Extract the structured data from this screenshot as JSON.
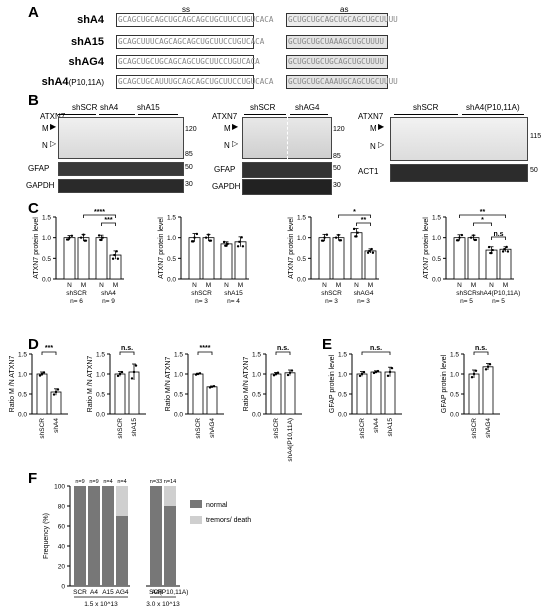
{
  "panelA": {
    "letter": "A",
    "ss_label": "ss",
    "as_label": "as",
    "rows": [
      {
        "name": "shA4",
        "sub": "",
        "ss": "GCAGCUGCAGCUGCAGCAGCUGCUUCCUGUCACA",
        "as": "GCUGCUGCAGCUGCAGCUGCUUUU"
      },
      {
        "name": "shA15",
        "sub": "",
        "ss": "GCAGCUUUCAGCAGCAGCUGCUUCCUGUCACA",
        "as": "GCUGCUGCUAAAGCUGCUUUU"
      },
      {
        "name": "shAG4",
        "sub": "",
        "ss": "GCAGCUGCUGCAGCAGCUGCUUCCUGUCACA",
        "as": "GCUGCUGCUGCAGCUGCUUUU"
      },
      {
        "name": "shA4",
        "sub": "(P10,11A)",
        "ss": "GCAGCUGCAUUUGCAGCAGCUGCUUCCUGUCACA",
        "as": "GCUGCUGCAAAUGCAGCUGCUUUU"
      }
    ]
  },
  "panelB": {
    "letter": "B",
    "blots": [
      {
        "target": "ATXN7",
        "groups": [
          "shSCR",
          "shA4",
          "shA15"
        ],
        "mw_top": "120",
        "mw_bottom": "85",
        "row2": "GFAP",
        "row2_mw": "50",
        "row3": "GAPDH",
        "row3_mw": "30"
      },
      {
        "target": "ATXN7",
        "groups": [
          "shSCR",
          "shAG4"
        ],
        "mw_top": "120",
        "mw_bottom": "85",
        "row2": "GFAP",
        "row2_mw": "50",
        "row3": "GAPDH",
        "row3_mw": "30"
      },
      {
        "target": "ATXN7",
        "groups": [
          "shSCR",
          "shA4(P10,11A)"
        ],
        "mw_top": "115",
        "mw_bottom": "",
        "row2": "ACT1",
        "row2_mw": "50",
        "row3": "",
        "row3_mw": ""
      }
    ],
    "band_M": "M",
    "band_N": "N"
  },
  "panelC": {
    "letter": "C",
    "charts": [
      {
        "type": "bar",
        "ylabel": "ATXN7 protein level",
        "yticks": [
          "0.0",
          "0.5",
          "1.0",
          "1.5"
        ],
        "ylim": [
          0,
          1.5
        ],
        "categories": [
          "N",
          "M",
          "N",
          "M"
        ],
        "groups": [
          "shSCR",
          "shA4"
        ],
        "ns": [
          "n= 6",
          "n= 9"
        ],
        "values": [
          1.0,
          1.0,
          1.0,
          0.58
        ],
        "errors": [
          0.05,
          0.08,
          0.06,
          0.1
        ],
        "sig": [
          "****",
          "***"
        ]
      },
      {
        "type": "bar",
        "ylabel": "ATXN7 protein level",
        "yticks": [
          "0.0",
          "0.5",
          "1.0",
          "1.5"
        ],
        "ylim": [
          0,
          1.5
        ],
        "categories": [
          "N",
          "M",
          "N",
          "M"
        ],
        "groups": [
          "shSCR",
          "shA15"
        ],
        "ns": [
          "n= 3",
          "n= 4"
        ],
        "values": [
          1.0,
          1.0,
          0.85,
          0.9
        ],
        "errors": [
          0.1,
          0.08,
          0.05,
          0.12
        ],
        "sig": []
      },
      {
        "type": "bar",
        "ylabel": "ATXN7 protein level",
        "yticks": [
          "0.0",
          "0.5",
          "1.0",
          "1.5"
        ],
        "ylim": [
          0,
          1.5
        ],
        "categories": [
          "N",
          "M",
          "N",
          "M"
        ],
        "groups": [
          "shSCR",
          "shAG4"
        ],
        "ns": [
          "n= 3",
          "n= 3"
        ],
        "values": [
          1.0,
          1.0,
          1.12,
          0.68
        ],
        "errors": [
          0.08,
          0.07,
          0.1,
          0.05
        ],
        "sig": [
          "*",
          "**"
        ]
      },
      {
        "type": "bar",
        "ylabel": "ATXN7 protein level",
        "yticks": [
          "0.0",
          "0.5",
          "1.0",
          "1.5"
        ],
        "ylim": [
          0,
          1.5
        ],
        "categories": [
          "N",
          "M",
          "N",
          "M"
        ],
        "groups": [
          "shSCR",
          "shA4(P10,11A)"
        ],
        "ns": [
          "n= 5",
          "n= 5"
        ],
        "values": [
          1.0,
          1.0,
          0.7,
          0.72
        ],
        "errors": [
          0.07,
          0.06,
          0.08,
          0.06
        ],
        "sig": [
          "**",
          "*",
          "n.s"
        ]
      }
    ]
  },
  "panelD": {
    "letter": "D",
    "charts": [
      {
        "type": "bar",
        "ylabel": "Ratio M /N ATXN7",
        "yticks": [
          "0.0",
          "0.5",
          "1.0",
          "1.5"
        ],
        "ylim": [
          0,
          1.5
        ],
        "categories": [
          "shSCR",
          "shA4"
        ],
        "values": [
          1.0,
          0.55
        ],
        "errors": [
          0.05,
          0.08
        ],
        "sig": "***"
      },
      {
        "type": "bar",
        "ylabel": "Ratio M /N ATXN7",
        "yticks": [
          "0.0",
          "0.5",
          "1.0",
          "1.5"
        ],
        "ylim": [
          0,
          1.5
        ],
        "categories": [
          "shSCR",
          "shA15"
        ],
        "values": [
          1.0,
          1.05
        ],
        "errors": [
          0.06,
          0.2
        ],
        "sig": "n.s."
      },
      {
        "type": "bar",
        "ylabel": "Ratio M/N ATXN7",
        "yticks": [
          "0.0",
          "0.5",
          "1.0",
          "1.5"
        ],
        "ylim": [
          0,
          1.5
        ],
        "categories": [
          "shSCR",
          "shAG4"
        ],
        "values": [
          1.0,
          0.68
        ],
        "errors": [
          0.02,
          0.02
        ],
        "sig": "****"
      },
      {
        "type": "bar",
        "ylabel": "Ratio M/N ATXN7",
        "yticks": [
          "0.0",
          "0.5",
          "1.0",
          "1.5"
        ],
        "ylim": [
          0,
          1.5
        ],
        "categories": [
          "shSCR",
          "shA4(P10,11A)"
        ],
        "values": [
          1.0,
          1.03
        ],
        "errors": [
          0.04,
          0.07
        ],
        "sig": "n.s."
      }
    ]
  },
  "panelE": {
    "letter": "E",
    "charts": [
      {
        "type": "bar",
        "ylabel": "GFAP protein level",
        "yticks": [
          "0.0",
          "0.5",
          "1.0",
          "1.5"
        ],
        "ylim": [
          0,
          1.5
        ],
        "categories": [
          "shSCR",
          "shA4",
          "shA15"
        ],
        "values": [
          1.0,
          1.05,
          1.05
        ],
        "errors": [
          0.06,
          0.03,
          0.12
        ],
        "sig": "n.s."
      },
      {
        "type": "bar",
        "ylabel": "GFAP protein level",
        "yticks": [
          "0.0",
          "0.5",
          "1.0",
          "1.5"
        ],
        "ylim": [
          0,
          1.5
        ],
        "categories": [
          "shSCR",
          "shAG4"
        ],
        "values": [
          1.0,
          1.18
        ],
        "errors": [
          0.1,
          0.08
        ],
        "sig": "n.s."
      }
    ]
  },
  "panelF": {
    "letter": "F",
    "chart_data": {
      "type": "bar",
      "ylabel": "Frequency (%)",
      "yticks": [
        "0",
        "20",
        "40",
        "60",
        "80",
        "100"
      ],
      "ylim": [
        0,
        100
      ],
      "categories": [
        "SCR",
        "A4",
        "A15",
        "AG4",
        "SCR",
        "A4(P10,11A)"
      ],
      "ns": [
        "n=9",
        "n=9",
        "n=4",
        "n=4",
        "n=33",
        "n=14"
      ],
      "dose_groups": [
        "1.5 x 10^13",
        "3.0 x 10^13"
      ],
      "series": [
        {
          "name": "normal",
          "values": [
            100,
            100,
            100,
            70,
            100,
            80
          ]
        },
        {
          "name": "tremors/ death",
          "values": [
            0,
            0,
            0,
            30,
            0,
            20
          ]
        }
      ],
      "colors": {
        "normal": "#777777",
        "tremors": "#cfcfcf"
      }
    }
  },
  "colors": {
    "bar": "#ffffff",
    "dark": "#444444",
    "stripe": "#8a8a8a"
  }
}
